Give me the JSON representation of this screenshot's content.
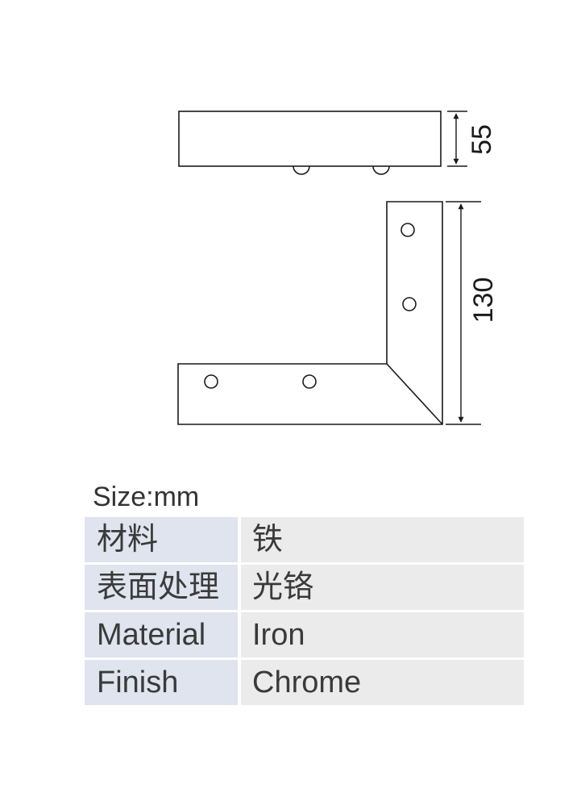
{
  "drawing": {
    "dimensions": {
      "height": "55",
      "length": "130"
    }
  },
  "spec": {
    "size_label": "Size:mm",
    "rows": [
      {
        "key": "材料",
        "value": "铁"
      },
      {
        "key": "表面处理",
        "value": "光铬"
      },
      {
        "key": "Material",
        "value": "Iron"
      },
      {
        "key": "Finish",
        "value": "Chrome"
      }
    ]
  },
  "colors": {
    "line": "#1a1a1a",
    "key_cell": "#dfe4ee",
    "value_cell": "#ebebeb",
    "text": "#3a3a3a"
  }
}
